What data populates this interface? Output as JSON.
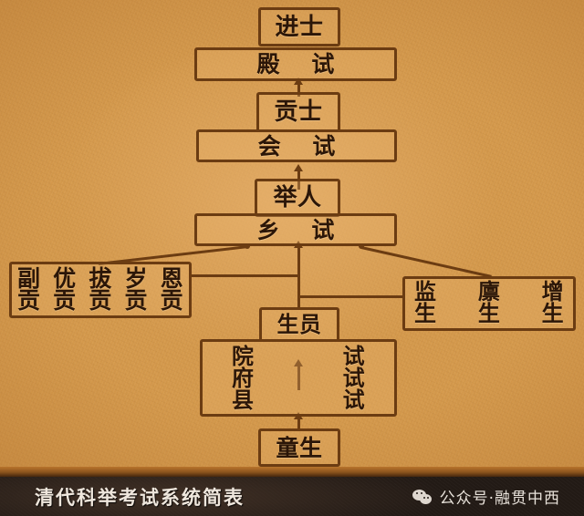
{
  "document": {
    "type": "diagram",
    "title": "清代科举考试系统简表",
    "background_color": "#d79b4d",
    "line_color": "#6b3c12",
    "text_color": "#2b1608"
  },
  "caption": {
    "title": "清代科举考试系统简表",
    "credit_label": "公众号·融贯中西",
    "icon": "wechat-icon",
    "bar_color": "#221a15",
    "text_color": "#efe7dd"
  },
  "nodes": {
    "jinshi": {
      "label": "进士",
      "rank": "degree"
    },
    "dianshi": {
      "label": "殿    试",
      "rank": "exam"
    },
    "gongshi": {
      "label": "贡士",
      "rank": "degree"
    },
    "huishi": {
      "label": "会    试",
      "rank": "exam"
    },
    "juren": {
      "label": "举人",
      "rank": "degree"
    },
    "xiangshi": {
      "label": "乡    试",
      "rank": "exam"
    },
    "shengyuan": {
      "label": "生员",
      "rank": "degree"
    },
    "tongsheng": {
      "label": "童生",
      "rank": "degree"
    },
    "yuanshi_left": {
      "label": "院\n府\n县",
      "rank": "exam"
    },
    "yuanshi_right": {
      "label": "试\n试\n试",
      "rank": "exam"
    }
  },
  "side_boxes": {
    "left": {
      "name": "gongsheng-types",
      "items": [
        {
          "top": "副",
          "bottom": "贡",
          "full": "副贡"
        },
        {
          "top": "优",
          "bottom": "贡",
          "full": "优贡"
        },
        {
          "top": "拔",
          "bottom": "贡",
          "full": "拔贡"
        },
        {
          "top": "岁",
          "bottom": "贡",
          "full": "岁贡"
        },
        {
          "top": "恩",
          "bottom": "贡",
          "full": "恩贡"
        }
      ]
    },
    "right": {
      "name": "sheng-types",
      "items": [
        {
          "top": "监",
          "bottom": "生",
          "full": "监生"
        },
        {
          "top": "廪",
          "bottom": "生",
          "full": "廪生"
        },
        {
          "top": "增",
          "bottom": "生",
          "full": "增生"
        }
      ]
    }
  },
  "flow": {
    "arrows": [
      {
        "from": "童生",
        "to": "院府县试"
      },
      {
        "from": "院府县试",
        "to": "生员"
      },
      {
        "from": "生员",
        "to": "乡试"
      },
      {
        "from": "乡试",
        "to": "会试"
      },
      {
        "from": "会试",
        "to": "殿试"
      }
    ],
    "branches": [
      {
        "from": "生员",
        "to": "副贡 优贡 拔贡 岁贡 恩贡"
      },
      {
        "from": "生员",
        "to": "监生 廪生 增生"
      },
      {
        "from": "副贡 优贡 拔贡 岁贡 恩贡",
        "to": "乡试"
      },
      {
        "from": "监生 廪生 增生",
        "to": "乡试"
      }
    ]
  }
}
